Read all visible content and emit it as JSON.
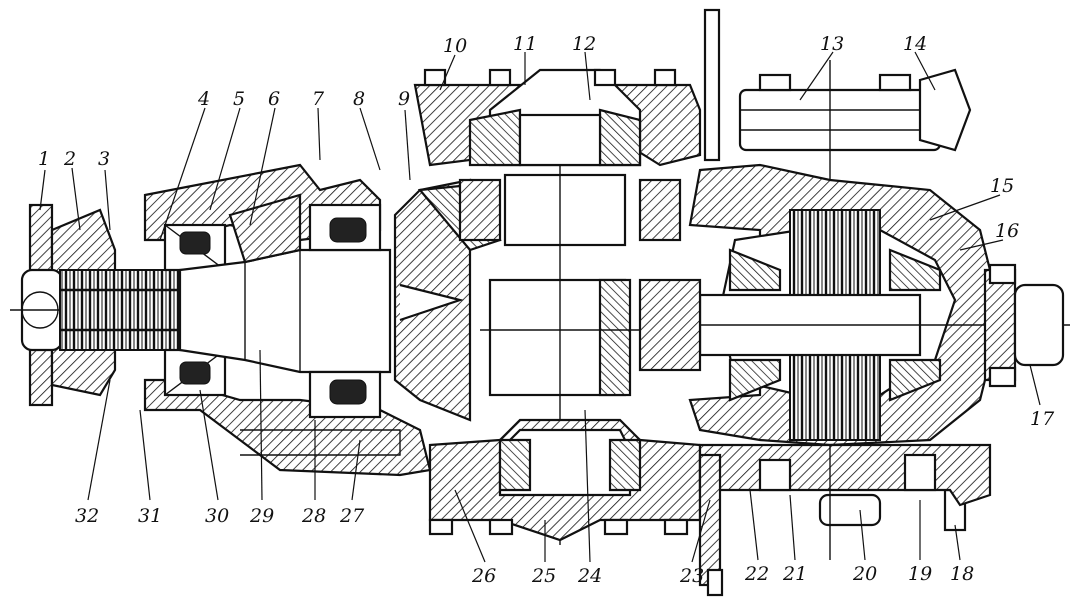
{
  "callouts": [
    {
      "id": "1",
      "label": "1"
    },
    {
      "id": "2",
      "label": "2"
    },
    {
      "id": "3",
      "label": "3"
    },
    {
      "id": "4",
      "label": "4"
    },
    {
      "id": "5",
      "label": "5"
    },
    {
      "id": "6",
      "label": "6"
    },
    {
      "id": "7",
      "label": "7"
    },
    {
      "id": "8",
      "label": "8"
    },
    {
      "id": "9",
      "label": "9"
    },
    {
      "id": "10",
      "label": "10"
    },
    {
      "id": "11",
      "label": "11"
    },
    {
      "id": "12",
      "label": "12"
    },
    {
      "id": "13",
      "label": "13"
    },
    {
      "id": "14",
      "label": "14"
    },
    {
      "id": "15",
      "label": "15"
    },
    {
      "id": "16",
      "label": "16"
    },
    {
      "id": "17",
      "label": "17"
    },
    {
      "id": "18",
      "label": "18"
    },
    {
      "id": "19",
      "label": "19"
    },
    {
      "id": "20",
      "label": "20"
    },
    {
      "id": "21",
      "label": "21"
    },
    {
      "id": "22",
      "label": "22"
    },
    {
      "id": "23",
      "label": "23"
    },
    {
      "id": "24",
      "label": "24"
    },
    {
      "id": "25",
      "label": "25"
    },
    {
      "id": "26",
      "label": "26"
    },
    {
      "id": "27",
      "label": "27"
    },
    {
      "id": "28",
      "label": "28"
    },
    {
      "id": "29",
      "label": "29"
    },
    {
      "id": "30",
      "label": "30"
    },
    {
      "id": "31",
      "label": "31"
    },
    {
      "id": "32",
      "label": "32"
    }
  ]
}
